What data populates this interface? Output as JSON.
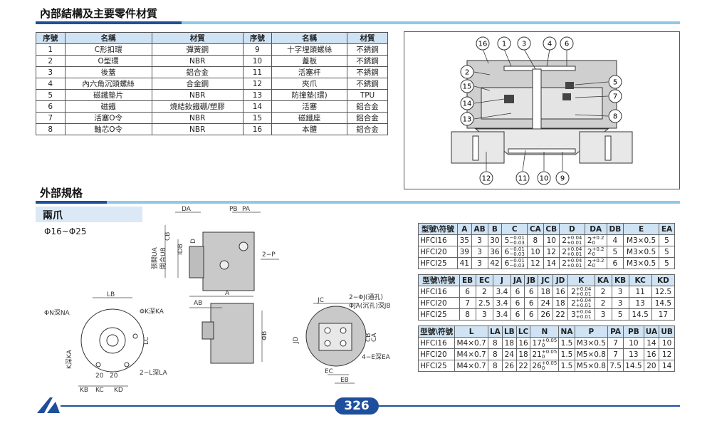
{
  "section1": {
    "title": "內部結構及主要零件材質"
  },
  "parts_table": {
    "headers": [
      "序號",
      "名稱",
      "材質",
      "序號",
      "名稱",
      "材質"
    ],
    "rows": [
      [
        "1",
        "C形扣環",
        "彈簧鋼",
        "9",
        "十字埋頭螺絲",
        "不銹鋼"
      ],
      [
        "2",
        "O型環",
        "NBR",
        "10",
        "蓋板",
        "不銹鋼"
      ],
      [
        "3",
        "後蓋",
        "鋁合金",
        "11",
        "活塞杆",
        "不銹鋼"
      ],
      [
        "4",
        "內六角沉頭螺絲",
        "合金鋼",
        "12",
        "夾爪",
        "不銹鋼"
      ],
      [
        "5",
        "磁鐵墊片",
        "NBR",
        "13",
        "防撞墊(環)",
        "TPU"
      ],
      [
        "6",
        "磁鐵",
        "燒結釹鐵硼/塑膠",
        "14",
        "活塞",
        "鋁合金"
      ],
      [
        "7",
        "活塞O令",
        "NBR",
        "15",
        "磁鐵座",
        "鋁合金"
      ],
      [
        "8",
        "軸芯O令",
        "NBR",
        "16",
        "本體",
        "鋁合金"
      ]
    ]
  },
  "section_diagram": {
    "callouts_top": [
      "16",
      "1",
      "3",
      "4",
      "6"
    ],
    "callouts_left": [
      "2",
      "15",
      "14",
      "13"
    ],
    "callouts_right": [
      "5",
      "7",
      "8"
    ],
    "callouts_bottom": [
      "12",
      "11",
      "10",
      "9"
    ]
  },
  "section2": {
    "title": "外部規格"
  },
  "subsection": {
    "title": "兩爪",
    "range": "Φ16~Φ25"
  },
  "drawing_labels": {
    "da": "DA",
    "pb": "PB",
    "pa": "PA",
    "p": "2−P",
    "cb": "CB",
    "idb": "IDB",
    "d": "D",
    "ua_note": "張開UA",
    "ub_note": "閉合UB",
    "a": "A",
    "ab": "AB",
    "b": "ΦB",
    "jd": "JD",
    "lb": "LB",
    "nka": "ΦN深NA",
    "kka": "ΦK深KA",
    "lc": "LC",
    "kdka": "K深KA",
    "twenty1": "20",
    "twenty2": "20",
    "l_la": "2−L深LA",
    "kb": "KB",
    "kc": "KC",
    "kd": "KD",
    "jc": "JC",
    "j": "2−ΦJ(通孔)",
    "ja": "ΦJA(沉孔)深JB",
    "ca": "CA",
    "cb2": "CB",
    "e_ea": "4−E深EA",
    "ec": "EC",
    "eb": "EB"
  },
  "spec_table1": {
    "headers": [
      "型號\\符號",
      "A",
      "AB",
      "B",
      "C",
      "CA",
      "CB",
      "D",
      "DA",
      "DB",
      "E",
      "EA"
    ],
    "rows": [
      {
        "model": "HFCI16",
        "A": "35",
        "AB": "3",
        "B": "30",
        "C_main": "5",
        "C_up": "−0.01",
        "C_dn": "−0.03",
        "CA": "8",
        "CB": "10",
        "D_main": "2",
        "D_up": "+0.04",
        "D_dn": "+0.01",
        "DA_main": "2",
        "DA_up": "+0.2",
        "DA_dn": "0",
        "DB": "4",
        "E": "M3×0.5",
        "EA": "5"
      },
      {
        "model": "HFCI20",
        "A": "39",
        "AB": "3",
        "B": "36",
        "C_main": "6",
        "C_up": "−0.01",
        "C_dn": "−0.03",
        "CA": "10",
        "CB": "12",
        "D_main": "2",
        "D_up": "+0.04",
        "D_dn": "+0.01",
        "DA_main": "2",
        "DA_up": "+0.2",
        "DA_dn": "0",
        "DB": "5",
        "E": "M3×0.5",
        "EA": "5"
      },
      {
        "model": "HFCI25",
        "A": "41",
        "AB": "3",
        "B": "42",
        "C_main": "6",
        "C_up": "−0.01",
        "C_dn": "−0.03",
        "CA": "12",
        "CB": "14",
        "D_main": "2",
        "D_up": "+0.04",
        "D_dn": "+0.01",
        "DA_main": "2",
        "DA_up": "+0.2",
        "DA_dn": "0",
        "DB": "6",
        "E": "M3×0.5",
        "EA": "5"
      }
    ]
  },
  "spec_table2": {
    "headers": [
      "型號\\符號",
      "EB",
      "EC",
      "J",
      "JA",
      "JB",
      "JC",
      "JD",
      "K",
      "KA",
      "KB",
      "KC",
      "KD"
    ],
    "rows": [
      {
        "model": "HFCI16",
        "EB": "6",
        "EC": "2",
        "J": "3.4",
        "JA": "6",
        "JB": "6",
        "JC": "18",
        "JD": "16",
        "K_main": "2",
        "K_up": "+0.04",
        "K_dn": "+0.01",
        "KA": "2",
        "KB": "3",
        "KC": "11",
        "KD": "12.5"
      },
      {
        "model": "HFCI20",
        "EB": "7",
        "EC": "2.5",
        "J": "3.4",
        "JA": "6",
        "JB": "6",
        "JC": "24",
        "JD": "18",
        "K_main": "2",
        "K_up": "+0.04",
        "K_dn": "+0.01",
        "KA": "2",
        "KB": "3",
        "KC": "13",
        "KD": "14.5"
      },
      {
        "model": "HFCI25",
        "EB": "8",
        "EC": "3",
        "J": "3.4",
        "JA": "6",
        "JB": "6",
        "JC": "26",
        "JD": "22",
        "K_main": "3",
        "K_up": "+0.04",
        "K_dn": "+0.01",
        "KA": "3",
        "KB": "5",
        "KC": "14.5",
        "KD": "17"
      }
    ]
  },
  "spec_table3": {
    "headers": [
      "型號\\符號",
      "L",
      "LA",
      "LB",
      "LC",
      "N",
      "NA",
      "P",
      "PA",
      "PB",
      "UA",
      "UB"
    ],
    "rows": [
      {
        "model": "HFCI16",
        "L": "M4×0.7",
        "LA": "8",
        "LB": "18",
        "LC": "16",
        "N_main": "17",
        "N_up": "+0.05",
        "N_dn": "0",
        "NA": "1.5",
        "P": "M3×0.5",
        "PA": "7",
        "PB": "10",
        "UA": "14",
        "UB": "10"
      },
      {
        "model": "HFCI20",
        "L": "M4×0.7",
        "LA": "8",
        "LB": "24",
        "LC": "18",
        "N_main": "21",
        "N_up": "+0.05",
        "N_dn": "0",
        "NA": "1.5",
        "P": "M5×0.8",
        "PA": "7",
        "PB": "13",
        "UA": "16",
        "UB": "12"
      },
      {
        "model": "HFCI25",
        "L": "M4×0.7",
        "LA": "8",
        "LB": "26",
        "LC": "22",
        "N_main": "26",
        "N_up": "+0.05",
        "N_dn": "0",
        "NA": "1.5",
        "P": "M5×0.8",
        "PA": "7.5",
        "PB": "14.5",
        "UA": "20",
        "UB": "14"
      }
    ]
  },
  "footer": {
    "page_number": "326"
  },
  "colors": {
    "accent_blue": "#1f4f9c",
    "light_blue": "#8ec9e8",
    "header_fill": "#cfe3f4",
    "drawing_gray": "#c8c8c8"
  }
}
